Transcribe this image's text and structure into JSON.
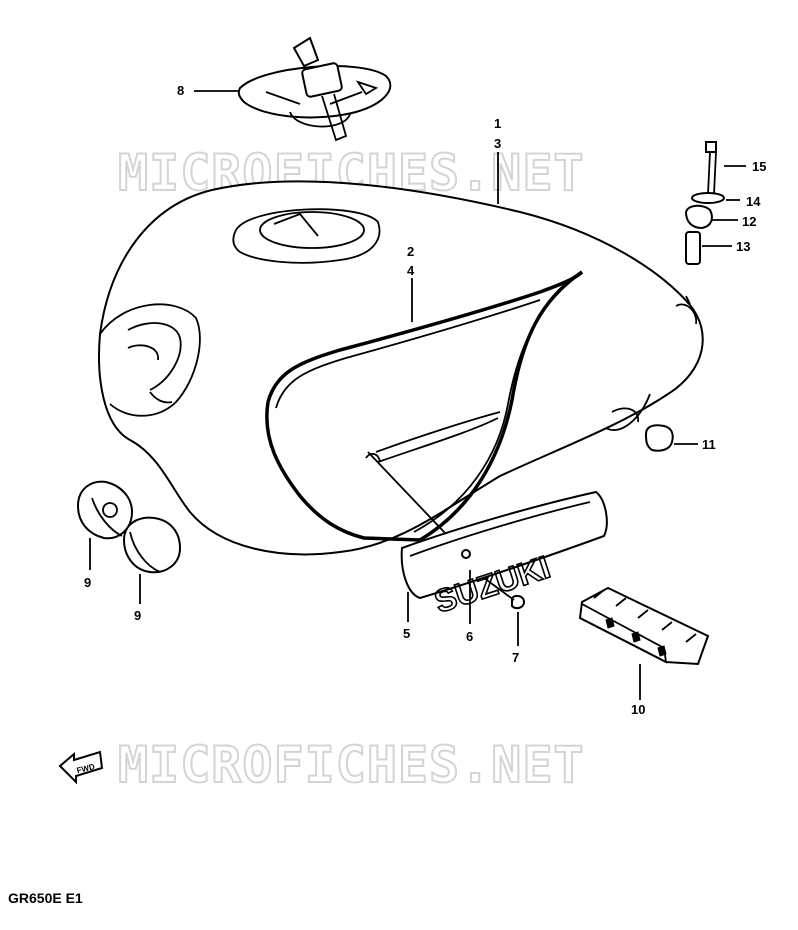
{
  "watermark": "MICROFICHES.NET",
  "model_code": "GR650E E1",
  "direction_arrow": "FWD",
  "emblem_text": "SUZUKI",
  "callouts": {
    "c1": "1",
    "c3": "3",
    "c2": "2",
    "c4": "4",
    "c5": "5",
    "c6": "6",
    "c7": "7",
    "c8": "8",
    "c9a": "9",
    "c9b": "9",
    "c10": "10",
    "c11": "11",
    "c12": "12",
    "c13": "13",
    "c14": "14",
    "c15": "15"
  }
}
